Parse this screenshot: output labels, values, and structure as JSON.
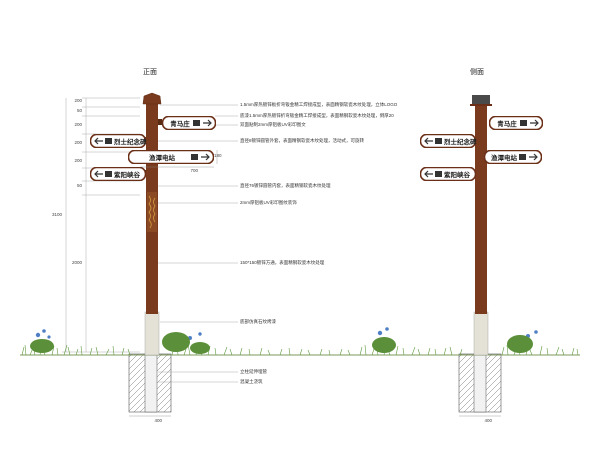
{
  "views": {
    "front_title": "正面",
    "side_title": "侧面"
  },
  "signs": [
    {
      "label": "青马庄",
      "direction": "right"
    },
    {
      "label": "烈士纪念碑",
      "direction": "left"
    },
    {
      "label": "渔潭电站",
      "direction": "right"
    },
    {
      "label": "紫阳峡谷",
      "direction": "left"
    }
  ],
  "dimensions": {
    "vertical": [
      "200",
      "50",
      "200",
      "200",
      "200",
      "50",
      "2000"
    ],
    "total_height": "3100",
    "sign_height": "180",
    "sign_width": "700",
    "base_width_front": "400",
    "base_width_side": "400"
  },
  "annotations": [
    "1.5mm厚热镀锌板折弯钣金精工焊接成型，表面精钢软瓷木纹处理，立体LOGO",
    "底漆1.5mm厚热镀锌折弯钣金精工焊接成型，表面精钢软瓷木纹处理，倒厚20",
    "双面贴制2mm厚铝板UV彩印图文",
    "直径8镀锌圆管外套，表面精钢软瓷木纹处理，活动式，可旋转",
    "直径76镀锌圆管内套，表面精钢软瓷木纹处理",
    "2mm厚铝板UV彩印图纹装饰",
    "150*150镀锌方通，表面精钢软瓷木纹处理",
    "底部仿真石纹烤漆",
    "立柱延伸埋管",
    "混凝土浇筑"
  ],
  "colors": {
    "post": "#7a3a1e",
    "sign_face": "#ffffff",
    "sign_border": "#6b2f18",
    "cap": "#4a4a4a",
    "base": "#dedcd2",
    "grass": "#6fa84a"
  }
}
